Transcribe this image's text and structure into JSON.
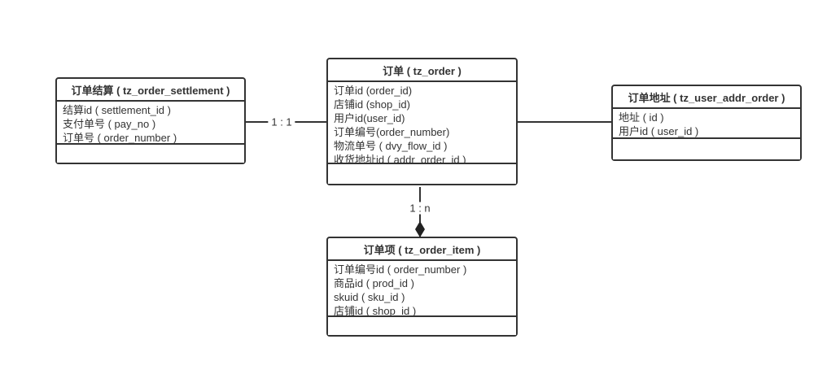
{
  "canvas": {
    "background": "#ffffff",
    "line_color": "#333333",
    "text_color": "#333333"
  },
  "entities": {
    "settlement": {
      "title": "订单结算 ( tz_order_settlement )",
      "fields": [
        "结算id ( settlement_id )",
        "支付单号 ( pay_no )",
        "订单号 ( order_number )"
      ]
    },
    "order": {
      "title": "订单 ( tz_order )",
      "fields": [
        "订单id (order_id)",
        "店铺id (shop_id)",
        "用户id(user_id)",
        "订单编号(order_number)",
        "物流单号 ( dvy_flow_id )",
        "收货地址id ( addr_order_id )"
      ]
    },
    "user_addr_order": {
      "title": "订单地址 ( tz_user_addr_order )",
      "fields": [
        "地址 ( id )",
        "用户id ( user_id )"
      ]
    },
    "order_item": {
      "title": "订单项 ( tz_order_item )",
      "fields": [
        "订单编号id ( order_number )",
        "商品id ( prod_id )",
        "skuid ( sku_id )",
        "店铺id ( shop_id )"
      ]
    }
  },
  "connectors": {
    "settlement_to_order": {
      "label": "1 : 1"
    },
    "order_to_item": {
      "label": "1 : n"
    }
  }
}
